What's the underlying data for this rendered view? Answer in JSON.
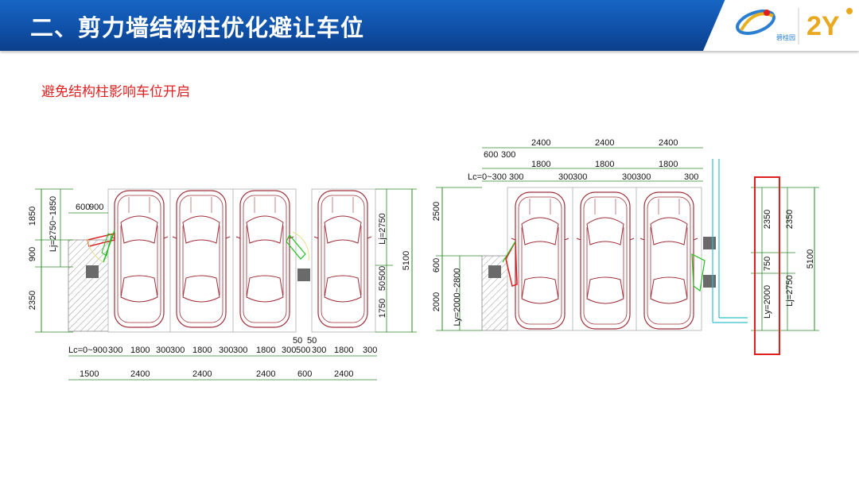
{
  "header": {
    "title": "二、剪力墙结构柱优化避让车位",
    "logo_text": "碧桂园",
    "anniversary_label": "2Y"
  },
  "subtitle": "避免结构柱影响车位开启",
  "left_plan": {
    "top_dims": [
      "600",
      "900"
    ],
    "left_dims": [
      "1850",
      "900",
      "2350"
    ],
    "left_inner": "Lj=2750~1850",
    "right_dims": [
      "Lj=2750",
      "500",
      "50",
      "1750",
      "5100"
    ],
    "bottom_row1": [
      "Lc=0~900",
      "300",
      "1800",
      "300",
      "300",
      "1800",
      "300",
      "300",
      "1800",
      "300",
      "500",
      "300",
      "1800",
      "300"
    ],
    "bottom_top50": [
      "50",
      "50"
    ],
    "bottom_row2": [
      "1500",
      "2400",
      "2400",
      "2400",
      "600",
      "2400"
    ]
  },
  "right_plan": {
    "top_row1": [
      "2400",
      "2400",
      "2400"
    ],
    "top_row2_left": [
      "600",
      "300"
    ],
    "top_row2": [
      "1800",
      "1800",
      "1800"
    ],
    "top_row3": [
      "Lc=0~300",
      "300",
      "300",
      "300",
      "300",
      "300",
      "300"
    ],
    "left_dims": [
      "2500",
      "600",
      "2000"
    ],
    "left_inner": "Ly=2000~2800",
    "right_col1": [
      "2350",
      "750",
      "Ly=2000"
    ],
    "right_col2": [
      "2350",
      "Lj=2750"
    ],
    "right_total": "5100"
  }
}
